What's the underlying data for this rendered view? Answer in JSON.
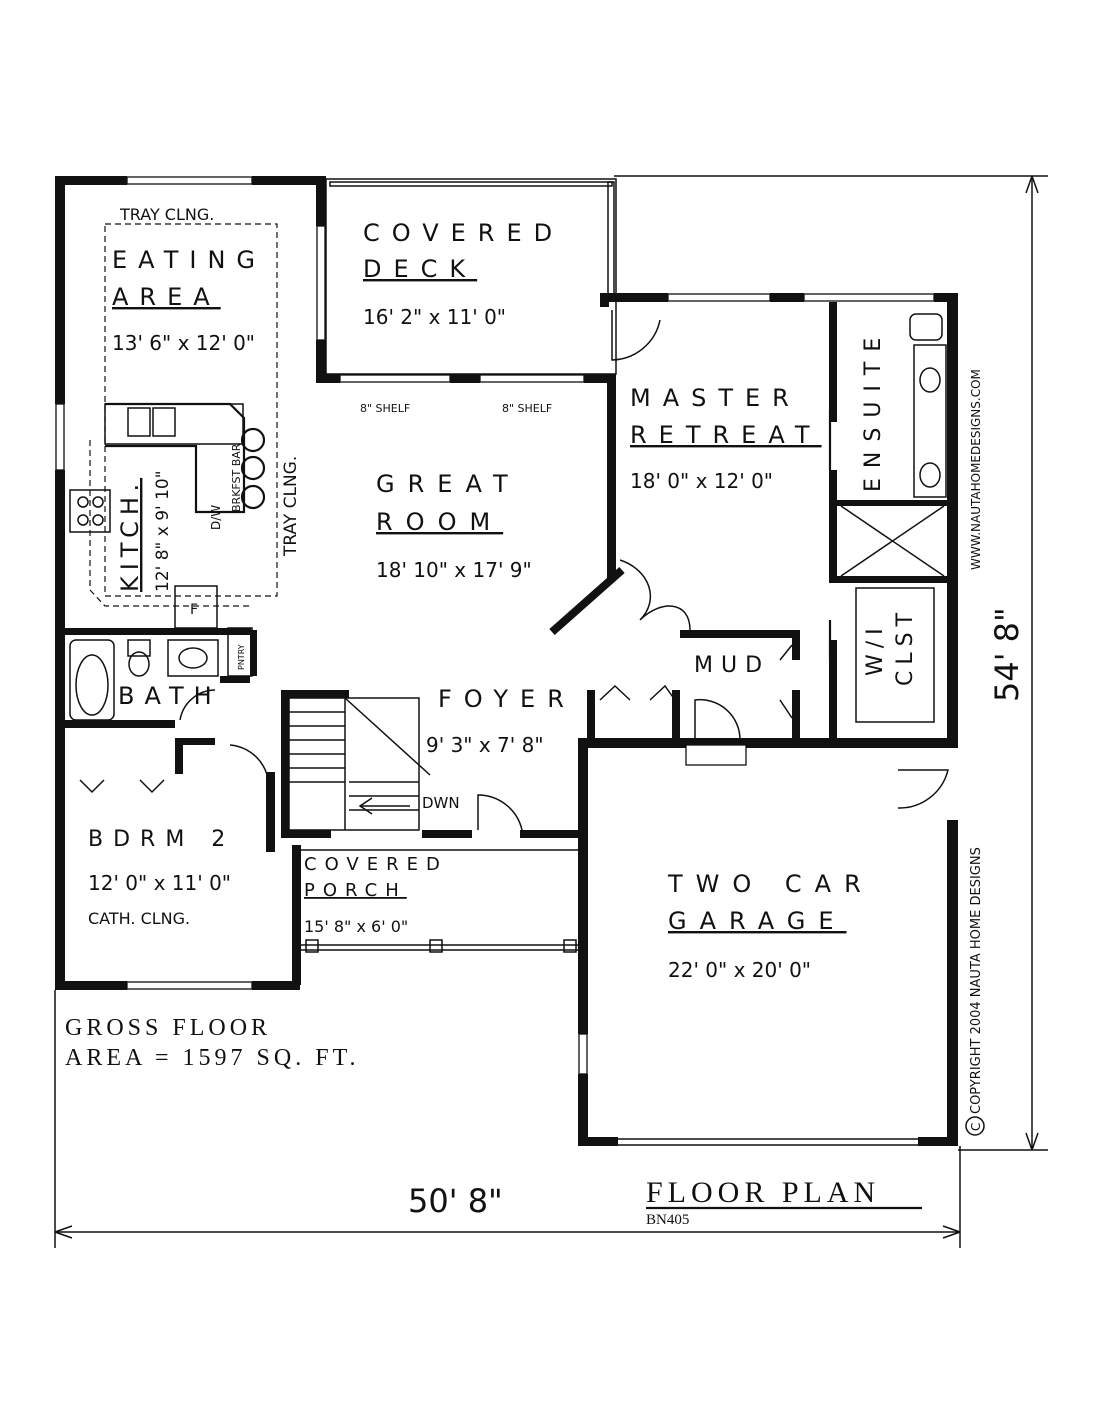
{
  "rooms": {
    "eating_area": {
      "name_line1": "EATING",
      "name_line2": "AREA",
      "size": "13' 6\" x 12' 0\"",
      "ceiling": "TRAY CLNG."
    },
    "covered_deck": {
      "name_line1": "COVERED",
      "name_line2": "DECK",
      "size": "16' 2\" x 11' 0\""
    },
    "master_retreat": {
      "name_line1": "MASTER",
      "name_line2": "RETREAT",
      "size": "18' 0\" x 12' 0\""
    },
    "ensuite": {
      "name": "ENSUITE"
    },
    "kitchen": {
      "name": "KITCH.",
      "size": "12' 8\" x 9' 10\"",
      "dw": "D/W",
      "bar": "BRKFST BAR",
      "fridge": "F",
      "pantry": "PNTRY"
    },
    "great_room": {
      "name_line1": "GREAT",
      "name_line2": "ROOM",
      "size": "18' 10\" x 17' 9\"",
      "ceiling": "TRAY CLNG."
    },
    "shelves": [
      "8\" SHELF",
      "8\" SHELF"
    ],
    "wic": {
      "line1": "W/I",
      "line2": "CLST"
    },
    "mud": {
      "name": "MUD"
    },
    "bath": {
      "name": "BATH"
    },
    "foyer": {
      "name": "FOYER",
      "size": "9' 3\" x 7' 8\"",
      "stair": "DWN"
    },
    "bdrm2": {
      "name": "BDRM 2",
      "size": "12' 0\" x 11' 0\"",
      "ceiling": "CATH. CLNG."
    },
    "porch": {
      "name_line1": "COVERED",
      "name_line2": "PORCH",
      "size": "15' 8\" x 6' 0\""
    },
    "garage": {
      "name_line1": "TWO CAR",
      "name_line2": "GARAGE",
      "size": "22' 0\" x 20' 0\""
    }
  },
  "gross_area": {
    "line1": "GROSS FLOOR",
    "line2": "AREA = 1597 SQ. FT."
  },
  "dimensions": {
    "width": "50' 8\"",
    "depth": "54' 8\""
  },
  "title": {
    "main": "FLOOR PLAN",
    "code": "BN405"
  },
  "website": "WWW.NAUTAHOMEDESIGNS.COM",
  "copyright": "COPYRIGHT 2004 NAUTA HOME DESIGNS",
  "copyright_symbol": "C"
}
